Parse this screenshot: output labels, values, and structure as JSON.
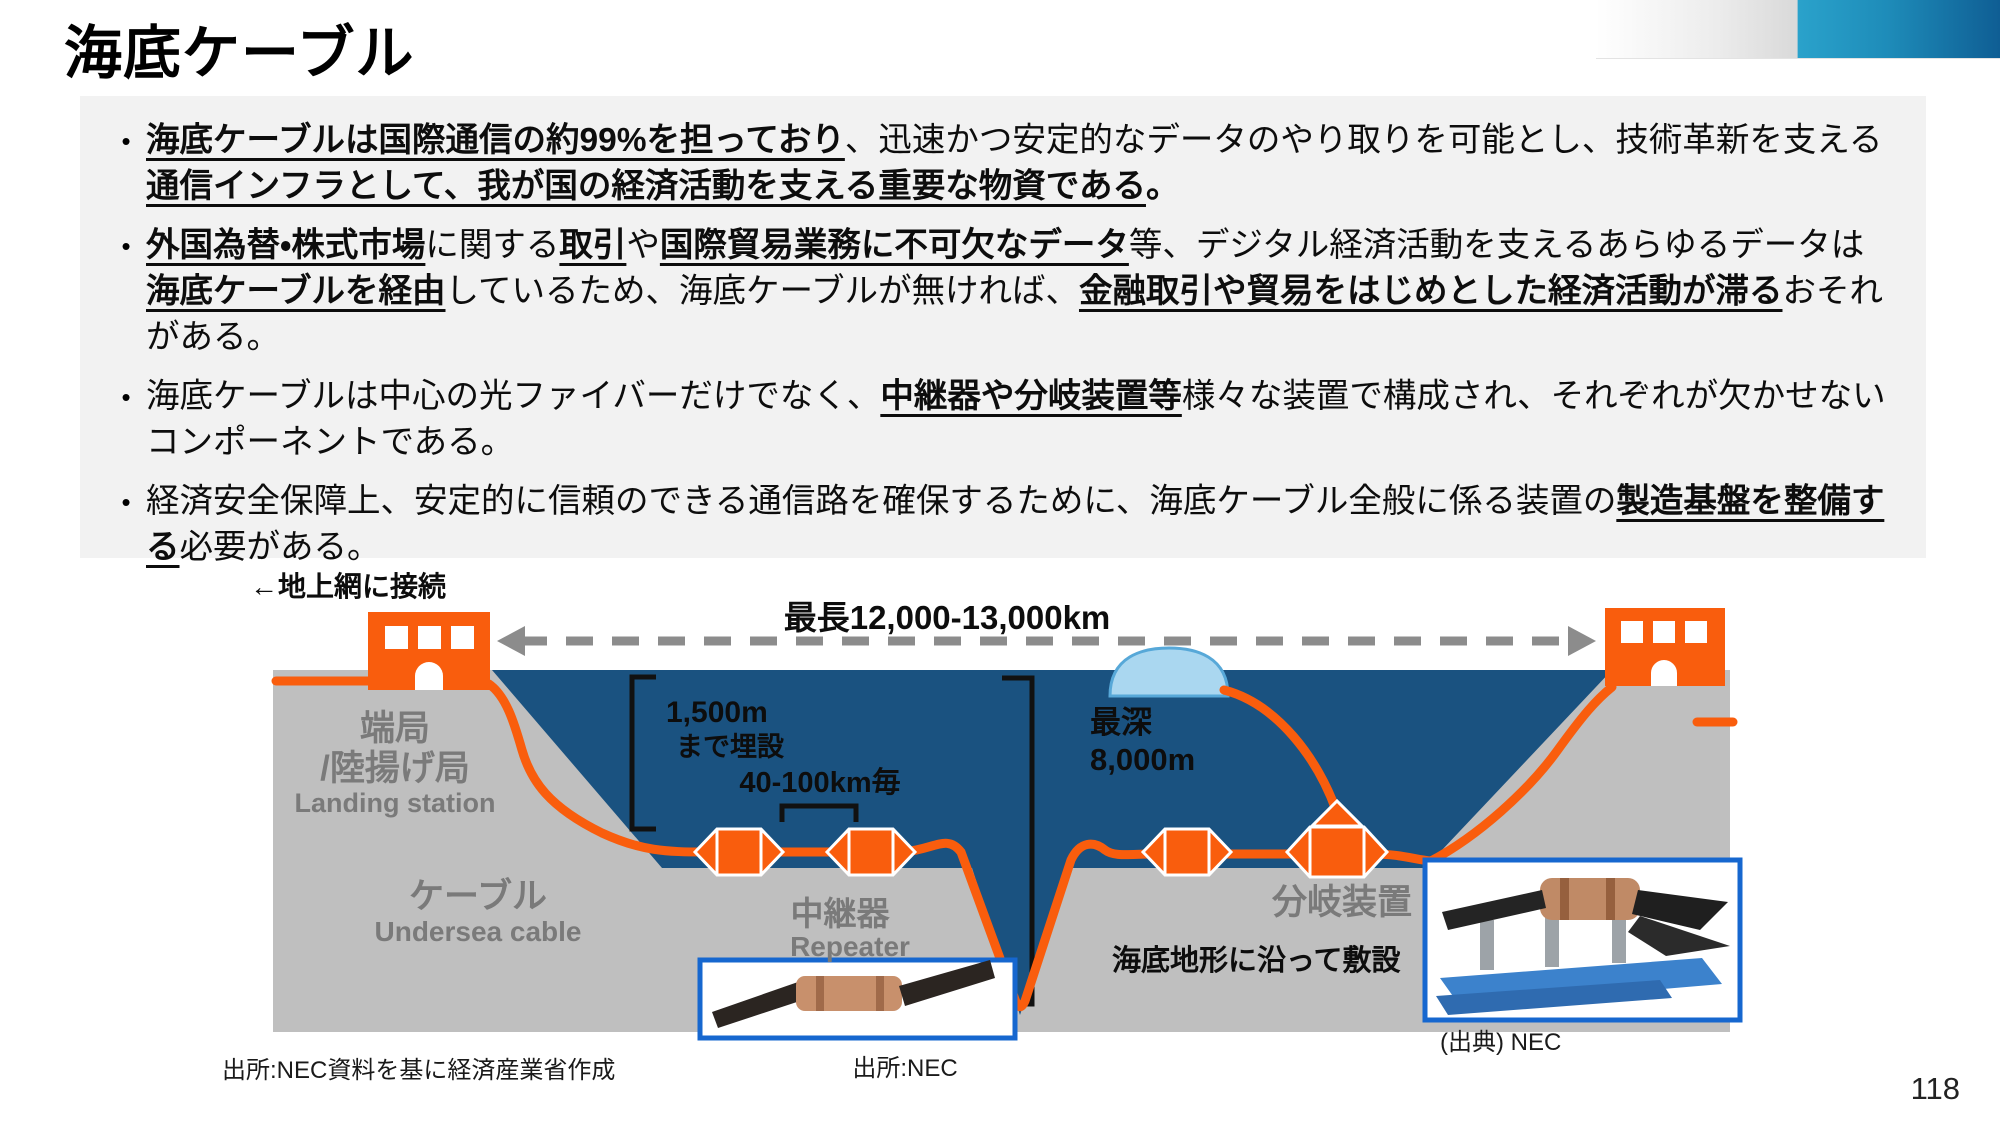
{
  "slide": {
    "title": "海底ケーブル",
    "page_number": "118",
    "bullet_marker": "•"
  },
  "bullets": [
    [
      {
        "t": "海底ケーブルは国際通信の約99%を担っており",
        "b": true,
        "u": true
      },
      {
        "t": "、迅速かつ安定的なデータのやり取りを可能とし、技術革新を支える",
        "b": false,
        "u": false
      },
      {
        "t": "通信インフラとして、我が国の経済活動を支える重要な物資である",
        "b": true,
        "u": true
      },
      {
        "t": "。",
        "b": true,
        "u": false
      }
    ],
    [
      {
        "t": "外国為替・株式市場",
        "b": true,
        "u": true
      },
      {
        "t": "に関する",
        "b": false,
        "u": false
      },
      {
        "t": "取引",
        "b": true,
        "u": true
      },
      {
        "t": "や",
        "b": false,
        "u": false
      },
      {
        "t": "国際貿易業務に不可欠なデータ",
        "b": true,
        "u": true
      },
      {
        "t": "等、デジタル経済活動を支えるあらゆるデータは",
        "b": false,
        "u": false
      },
      {
        "t": "海底ケーブルを経由",
        "b": true,
        "u": true
      },
      {
        "t": "しているため、海底ケーブルが無ければ、",
        "b": false,
        "u": false
      },
      {
        "t": "金融取引や貿易をはじめとした経済活動が滞る",
        "b": true,
        "u": true
      },
      {
        "t": "おそれがある。",
        "b": false,
        "u": false
      }
    ],
    [
      {
        "t": "海底ケーブルは中心の光ファイバーだけでなく、",
        "b": false,
        "u": false
      },
      {
        "t": "中継器や分岐装置等",
        "b": true,
        "u": true
      },
      {
        "t": "様々な装置で構成され、それぞれが欠かせないコンポーネントである。",
        "b": false,
        "u": false
      }
    ],
    [
      {
        "t": "経済安全保障上、安定的に信頼のできる通信路を確保するために、海底ケーブル全般に係る装置の",
        "b": false,
        "u": false
      },
      {
        "t": "製造基盤を整備する",
        "b": true,
        "u": true
      },
      {
        "t": "必要がある。",
        "b": false,
        "u": false
      }
    ]
  ],
  "diagram": {
    "connect_label": "←地上網に接続",
    "max_length": "最長12,000-13,000km",
    "burial_depth_line1": "1,500m",
    "burial_depth_line2": "まで埋設",
    "repeater_interval": "40-100km毎",
    "max_depth_line1": "最深",
    "max_depth_line2": "8,000m",
    "landing_station_ja1": "端局",
    "landing_station_ja2": "/陸揚げ局",
    "landing_station_en": "Landing station",
    "cable_ja": "ケーブル",
    "cable_en": "Undersea cable",
    "repeater_ja": "中継器",
    "repeater_en": "Repeater",
    "branch_label": "分岐装置",
    "seabed_note": "海底地形に沿って敷設",
    "photo_credit": "(出典) NEC",
    "source_left": "出所:NEC資料を基に経済産業省作成",
    "source_center": "出所:NEC"
  },
  "colors": {
    "orange": "#F95D0D",
    "sea_blue": "#1A5280",
    "seabed_gray": "#BFBFBF",
    "label_gray": "#7A7A7A",
    "arrow_gray": "#8C8C8C",
    "photo_border_blue": "#1667CF",
    "dome_blue": "#AAD7F0",
    "textbox_bg": "#F2F2F2"
  }
}
